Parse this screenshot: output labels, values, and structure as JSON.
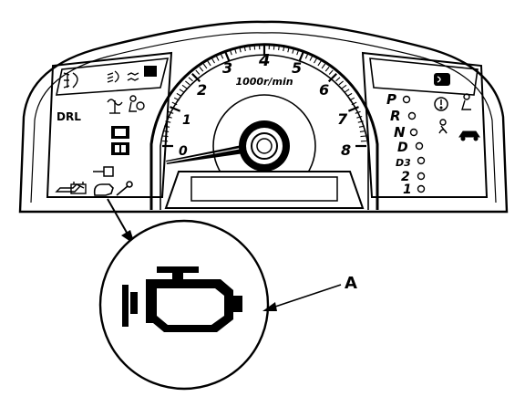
{
  "dashboard": {
    "left_label": "DRL",
    "tach_numbers": [
      "1",
      "2",
      "3",
      "4",
      "5",
      "6",
      "7",
      "8",
      "0"
    ],
    "tach_unit": "1000r/min",
    "gear_labels": [
      "P",
      "R",
      "N",
      "D",
      "D3",
      "2",
      "1"
    ]
  },
  "callout": {
    "label": "A",
    "icon": "check-engine-icon"
  }
}
